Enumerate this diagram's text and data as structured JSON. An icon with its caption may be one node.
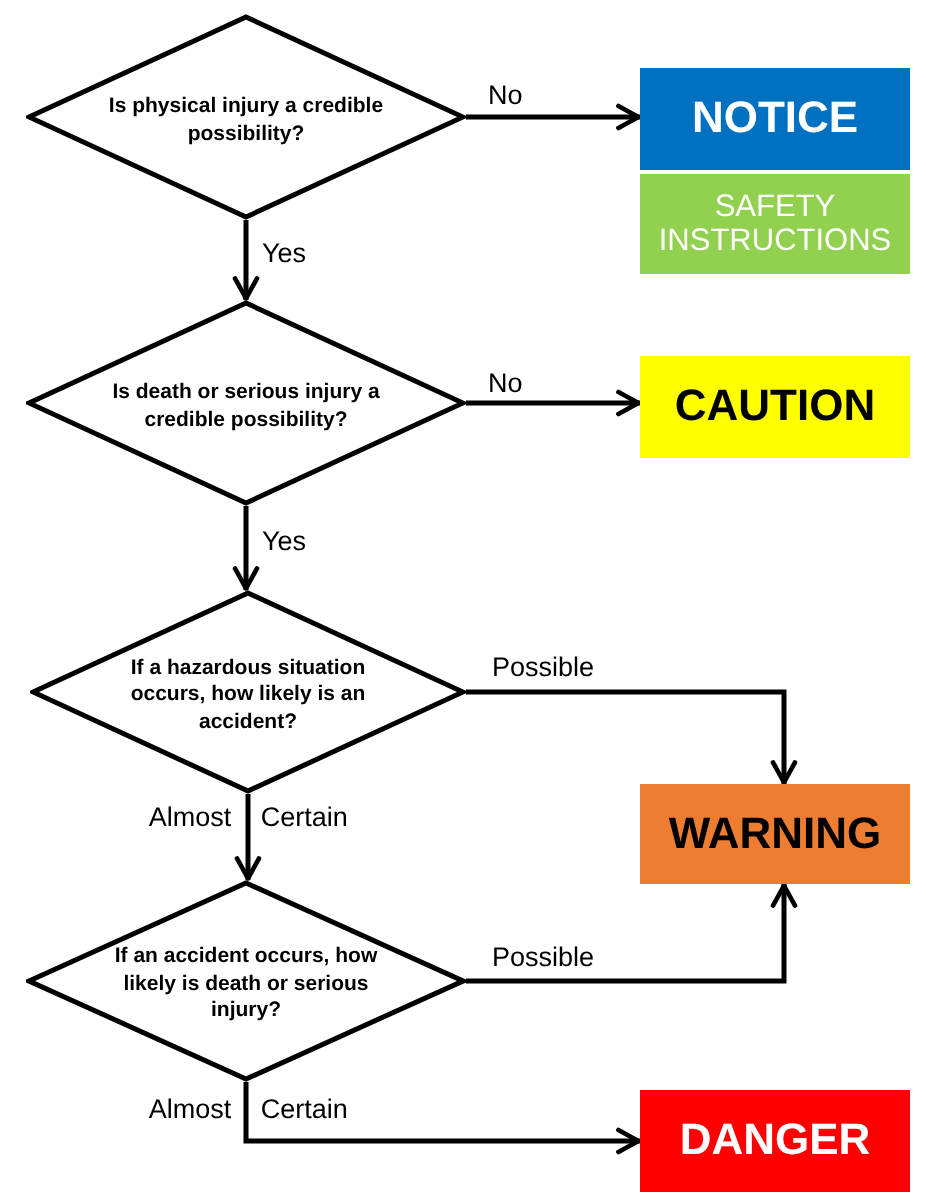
{
  "diagram": {
    "nodes": [
      {
        "text": [
          "Is physical injury a credible possibility?"
        ]
      },
      {
        "text": [
          "NOTICE"
        ]
      },
      {
        "text": [
          "SAFETY INSTRUCTIONS"
        ]
      },
      {
        "text": [
          "Is death or serious injury a credible possibility?"
        ]
      },
      {
        "text": [
          "CAUTION"
        ]
      },
      {
        "text": [
          "If a hazardous situation occurs, how likely is an accident?"
        ]
      },
      {
        "text": [
          "WARNING"
        ]
      },
      {
        "text": [
          "If an accident occurs, how likely is death or serious injury?"
        ]
      },
      {
        "text": [
          "DANGER"
        ]
      }
    ],
    "edges": [
      {
        "from": 0,
        "to": 1,
        "arrow": "to",
        "label": "No"
      },
      {
        "from": 0,
        "to": 3,
        "arrow": "to",
        "label": "Yes"
      },
      {
        "from": 3,
        "to": 4,
        "arrow": "to",
        "label": "No"
      },
      {
        "from": 3,
        "to": 5,
        "arrow": "to",
        "label": "Yes"
      },
      {
        "from": 5,
        "to": 6,
        "arrow": "to",
        "label": "Possible"
      },
      {
        "from": 5,
        "to": 7,
        "arrow": "to",
        "label": "Almost Certain"
      },
      {
        "from": 7,
        "to": 6,
        "arrow": "to",
        "label": "Possible"
      },
      {
        "from": 7,
        "to": 8,
        "arrow": "to",
        "label": "Almost Certain"
      }
    ]
  }
}
